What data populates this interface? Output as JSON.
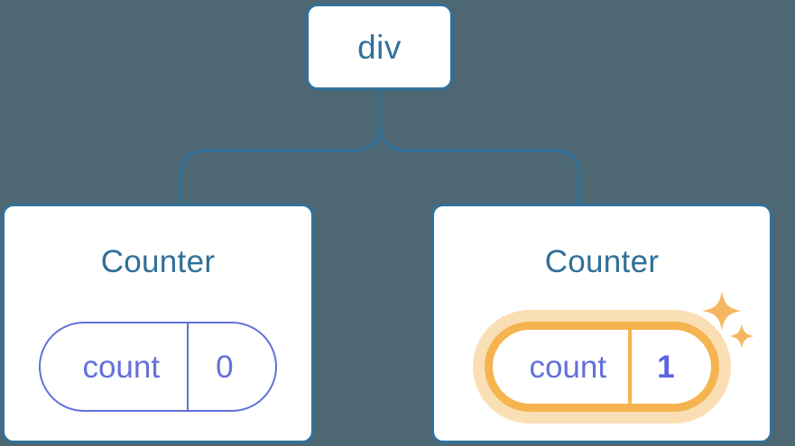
{
  "diagram": {
    "type": "component-tree",
    "background_color": "#4d6773",
    "root": {
      "label": "div",
      "node_type": "dom-element",
      "border_color": "#31719b",
      "text_color": "#31719b",
      "fill_color": "#ffffff"
    },
    "connector": {
      "color": "#2f7099",
      "style": "rounded-elbow",
      "branches": 2
    },
    "children": [
      {
        "id": "counter-left",
        "title": "Counter",
        "title_color": "#2f7099",
        "highlighted": false,
        "state": {
          "key": "count",
          "value": "0",
          "key_color": "#6370db",
          "value_color": "#6370db",
          "border_color": "#6370db",
          "value_bold": false
        },
        "sparkles": 0
      },
      {
        "id": "counter-right",
        "title": "Counter",
        "title_color": "#2f7099",
        "highlighted": true,
        "state": {
          "key": "count",
          "value": "1",
          "key_color": "#6370db",
          "value_color": "#5c63e0",
          "border_color": "#f5b44f",
          "halo_color": "#fbdfb4",
          "value_bold": true
        },
        "sparkles": 2,
        "sparkle_color": "#f6b661"
      }
    ],
    "palette": {
      "background": "#4d6773",
      "card_fill": "#ffffff",
      "card_border": "#31719b",
      "accent_blue": "#2f7099",
      "state_indigo": "#6370db",
      "value_indigo": "#5c63e0",
      "highlight_orange": "#f5b44f",
      "halo_peach": "#fbdfb4",
      "sparkle_orange": "#f6b661"
    }
  }
}
